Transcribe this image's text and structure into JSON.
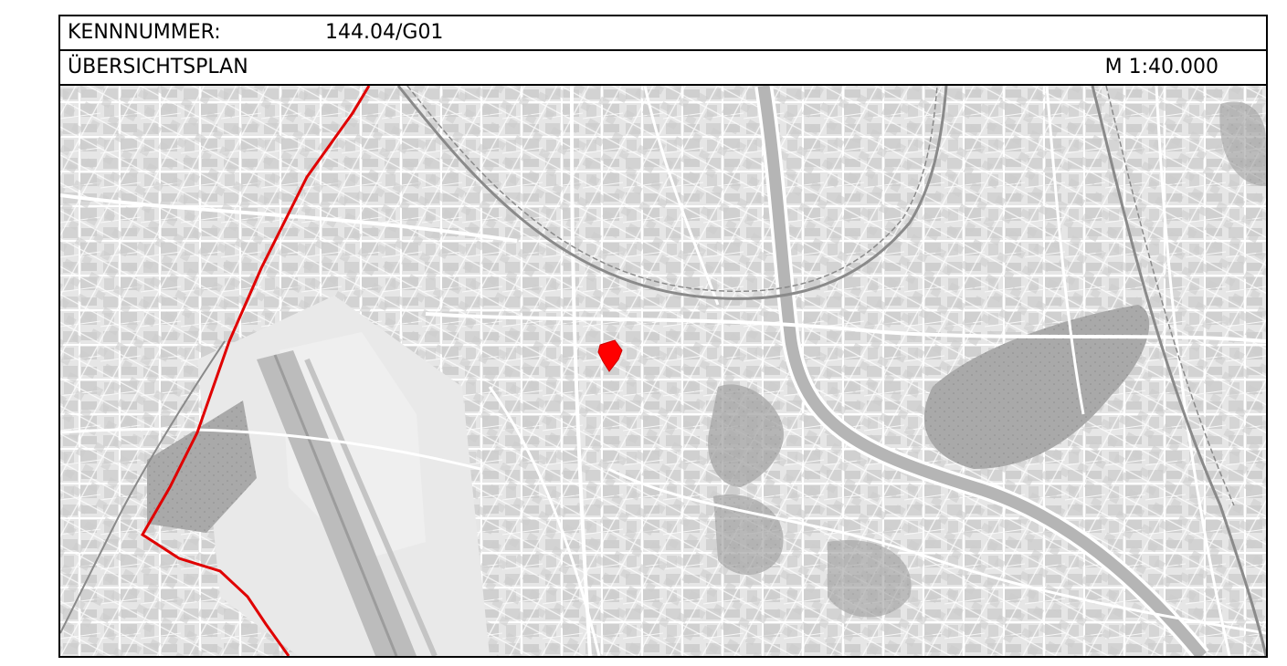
{
  "header": {
    "id_label": "KENNNUMMER:",
    "id_value": "144.04/G01",
    "plan_title": "ÜBERSICHTSPLAN",
    "scale": "M 1:40.000"
  },
  "map": {
    "style": "greyscale-street-map",
    "boundary_color": "#e00000",
    "marker_color": "#ff0000",
    "base_color": "#e4e4e4",
    "road_color": "#ffffff",
    "building_color": "#c9c9c9",
    "park_color": "#a9a9a9"
  }
}
